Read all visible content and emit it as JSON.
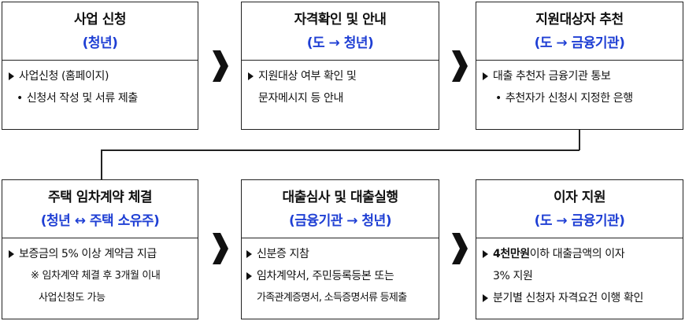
{
  "steps": [
    {
      "title": "사업 신청",
      "sub": "(청년)",
      "lines": [
        {
          "kind": "tri",
          "text": "사업신청 (홈페이지)"
        },
        {
          "kind": "dot",
          "mark": "•",
          "text": "신청서 작성 및 서류 제출"
        }
      ]
    },
    {
      "title": "자격확인 및 안내",
      "sub": "(도 → 청년)",
      "lines": [
        {
          "kind": "tri",
          "text": "지원대상 여부 확인 및"
        },
        {
          "kind": "plain",
          "text": "문자메시지 등 안내"
        }
      ]
    },
    {
      "title": "지원대상자 추천",
      "sub": "(도 → 금융기관)",
      "lines": [
        {
          "kind": "tri",
          "text": "대출 추천자 금융기관 통보"
        },
        {
          "kind": "dot",
          "mark": "•",
          "text": "추천자가 신청시 지정한 은행"
        }
      ]
    },
    {
      "title": "주택 임차계약 체결",
      "sub": "(청년 ↔ 주택 소유주)",
      "lines": [
        {
          "kind": "tri",
          "text": "보증금의 5% 이상 계약금 지급"
        },
        {
          "kind": "note",
          "mark": "※",
          "text": "임차계약 체결 후  3개월  이내"
        },
        {
          "kind": "plain",
          "text": "사업신청도 가능"
        }
      ]
    },
    {
      "title": "대출심사 및 대출실행",
      "sub": "(금융기관 → 청년)",
      "lines": [
        {
          "kind": "tri",
          "text": "신분증 지참"
        },
        {
          "kind": "tri",
          "text": "임차계약서, 주민등록등본 또는"
        },
        {
          "kind": "plain",
          "text": "가족관계증명서, 소득증명서류 등제출"
        }
      ]
    },
    {
      "title": "이자 지원",
      "sub": "(도 → 금융기관)",
      "lines": [
        {
          "kind": "tri",
          "bold": "4천만원",
          "text": " 이하 대출금액의 이자"
        },
        {
          "kind": "plain",
          "text": "3% 지원"
        },
        {
          "kind": "tri",
          "text": "분기별 신청자 자격요건 이행 확인"
        }
      ]
    }
  ],
  "icons": {
    "arrow": "chevron-right-icon",
    "bullet": "triangle-bullet-icon"
  },
  "colors": {
    "accent": "#1f3fd4",
    "line": "#222222"
  }
}
